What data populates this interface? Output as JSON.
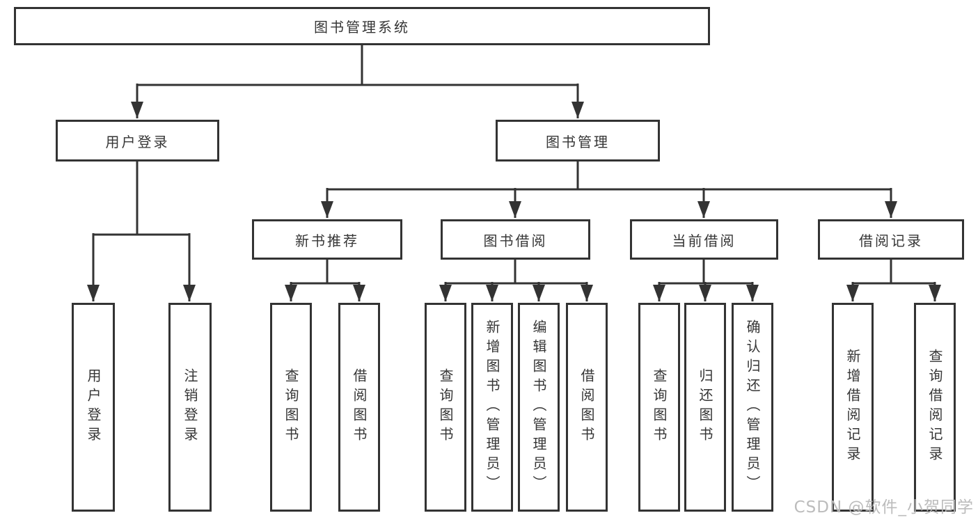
{
  "diagram": {
    "root": {
      "label": "图书管理系统"
    },
    "level1": [
      {
        "label": "用户登录"
      },
      {
        "label": "图书管理"
      }
    ],
    "level2": [
      {
        "label": "新书推荐"
      },
      {
        "label": "图书借阅"
      },
      {
        "label": "当前借阅"
      },
      {
        "label": "借阅记录"
      }
    ],
    "leaves": {
      "user_login": [
        {
          "label": "用户登录"
        },
        {
          "label": "注销登录"
        }
      ],
      "new_book": [
        {
          "label": "查询图书"
        },
        {
          "label": "借阅图书"
        }
      ],
      "book_borrow": [
        {
          "label": "查询图书"
        },
        {
          "label": "新增图书（管理员）"
        },
        {
          "label": "编辑图书（管理员）"
        },
        {
          "label": "借阅图书"
        }
      ],
      "current_borrow": [
        {
          "label": "查询图书"
        },
        {
          "label": "归还图书"
        },
        {
          "label": "确认归还（管理员）"
        }
      ],
      "borrow_records": [
        {
          "label": "新增借阅记录"
        },
        {
          "label": "查询借阅记录"
        }
      ]
    }
  },
  "watermark": "CSDN @软件_小贺同学",
  "colors": {
    "line": "#333333",
    "box_border": "#333333",
    "box_bg": "#ffffff",
    "text": "#363636",
    "watermark": "#b8b8b8"
  }
}
